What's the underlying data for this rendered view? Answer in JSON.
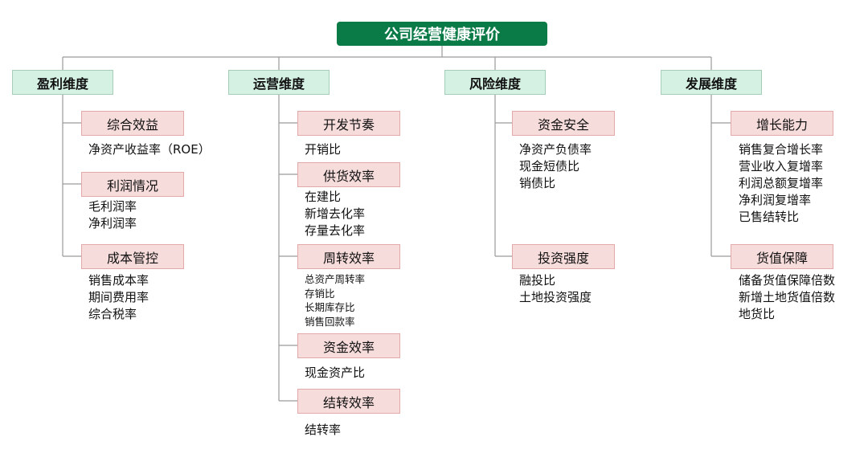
{
  "root": {
    "label": "公司经营健康评价"
  },
  "dimensions": [
    {
      "label": "盈利维度",
      "groups": [
        {
          "label": "综合效益",
          "items": [
            "净资产收益率（ROE）"
          ]
        },
        {
          "label": "利润情况",
          "items": [
            "毛利润率",
            "净利润率"
          ]
        },
        {
          "label": "成本管控",
          "items": [
            "销售成本率",
            "期间费用率",
            "综合税率"
          ]
        }
      ]
    },
    {
      "label": "运营维度",
      "groups": [
        {
          "label": "开发节奏",
          "items": [
            "开销比"
          ]
        },
        {
          "label": "供货效率",
          "items": [
            "在建比",
            "新增去化率",
            "存量去化率"
          ]
        },
        {
          "label": "周转效率",
          "items": [
            "总资产周转率",
            "存销比",
            "长期库存比",
            "销售回款率"
          ]
        },
        {
          "label": "资金效率",
          "items": [
            "现金资产比"
          ]
        },
        {
          "label": "结转效率",
          "items": [
            "结转率"
          ]
        }
      ]
    },
    {
      "label": "风险维度",
      "groups": [
        {
          "label": "资金安全",
          "items": [
            "净资产负债率",
            "现金短债比",
            "销债比"
          ]
        },
        {
          "label": "投资强度",
          "items": [
            "融投比",
            "土地投资强度"
          ]
        }
      ]
    },
    {
      "label": "发展维度",
      "groups": [
        {
          "label": "增长能力",
          "items": [
            "销售复合增长率",
            "营业收入复增率",
            "利润总额复增率",
            "净利润复增率",
            "已售结转比"
          ]
        },
        {
          "label": "货值保障",
          "items": [
            "储备货值保障倍数",
            "新增土地货值倍数",
            "地货比"
          ]
        }
      ]
    }
  ],
  "colors": {
    "root": "#0a7a46",
    "dimension": "#d5f1e4",
    "group": "#f7dcdc",
    "line": "#9a9a9a"
  }
}
